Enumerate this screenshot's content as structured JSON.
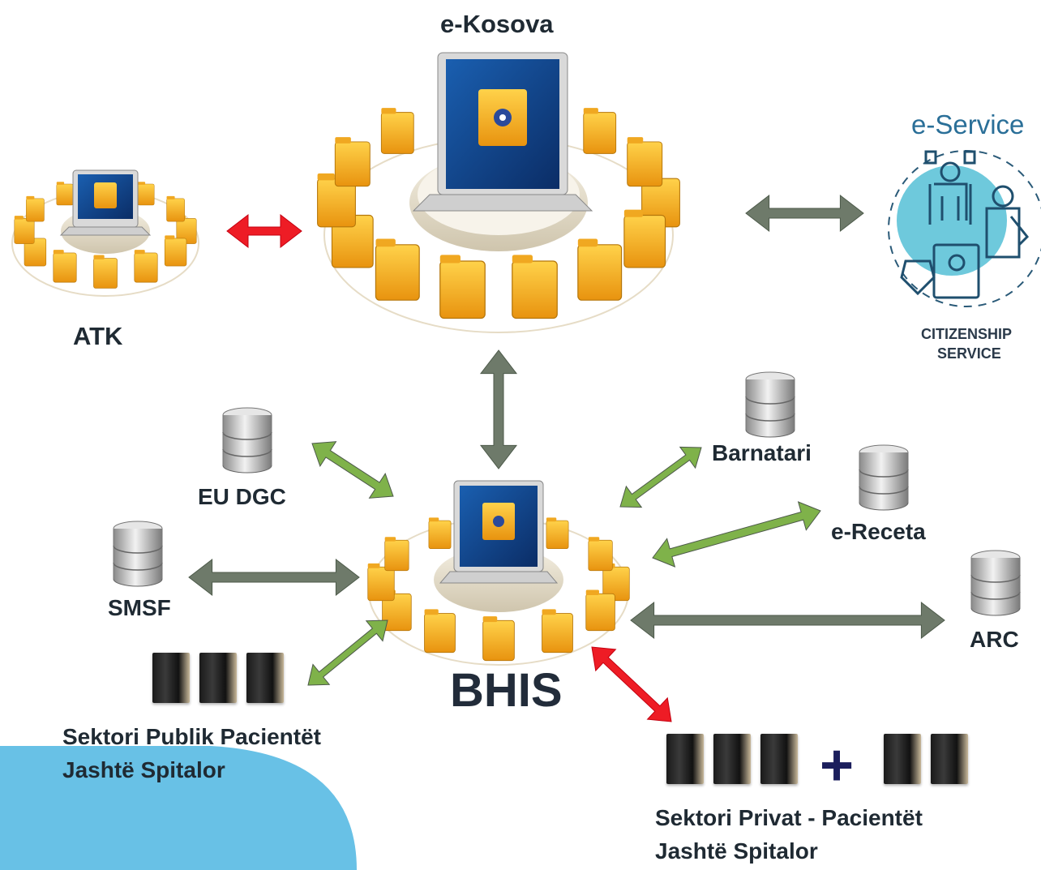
{
  "nodes": {
    "ekosova": "e-Kosova",
    "eservice": "e-Service",
    "citizenship": "CITIZENSHIP",
    "citizenship2": "SERVICE",
    "atk": "ATK",
    "bhis": "BHIS",
    "eudgc": "EU DGC",
    "barnatari": "Barnatari",
    "ereceta": "e-Receta",
    "smsf": "SMSF",
    "arc": "ARC",
    "public1": "Sektori Publik Pacientët",
    "public2": "Jashtë Spitalor",
    "private1": "Sektori Privat  - Pacientët",
    "private2": "Jashtë Spitalor"
  },
  "colors": {
    "arrow_gray": "#6e7a6a",
    "arrow_green": "#7fb24a",
    "arrow_red": "#ee1c25",
    "folder": "#f5b533",
    "eservice_circle": "#6ec9dc",
    "eservice_text": "#2a6f98",
    "bottom_blob": "#68c1e6"
  },
  "plus_sign": "+"
}
